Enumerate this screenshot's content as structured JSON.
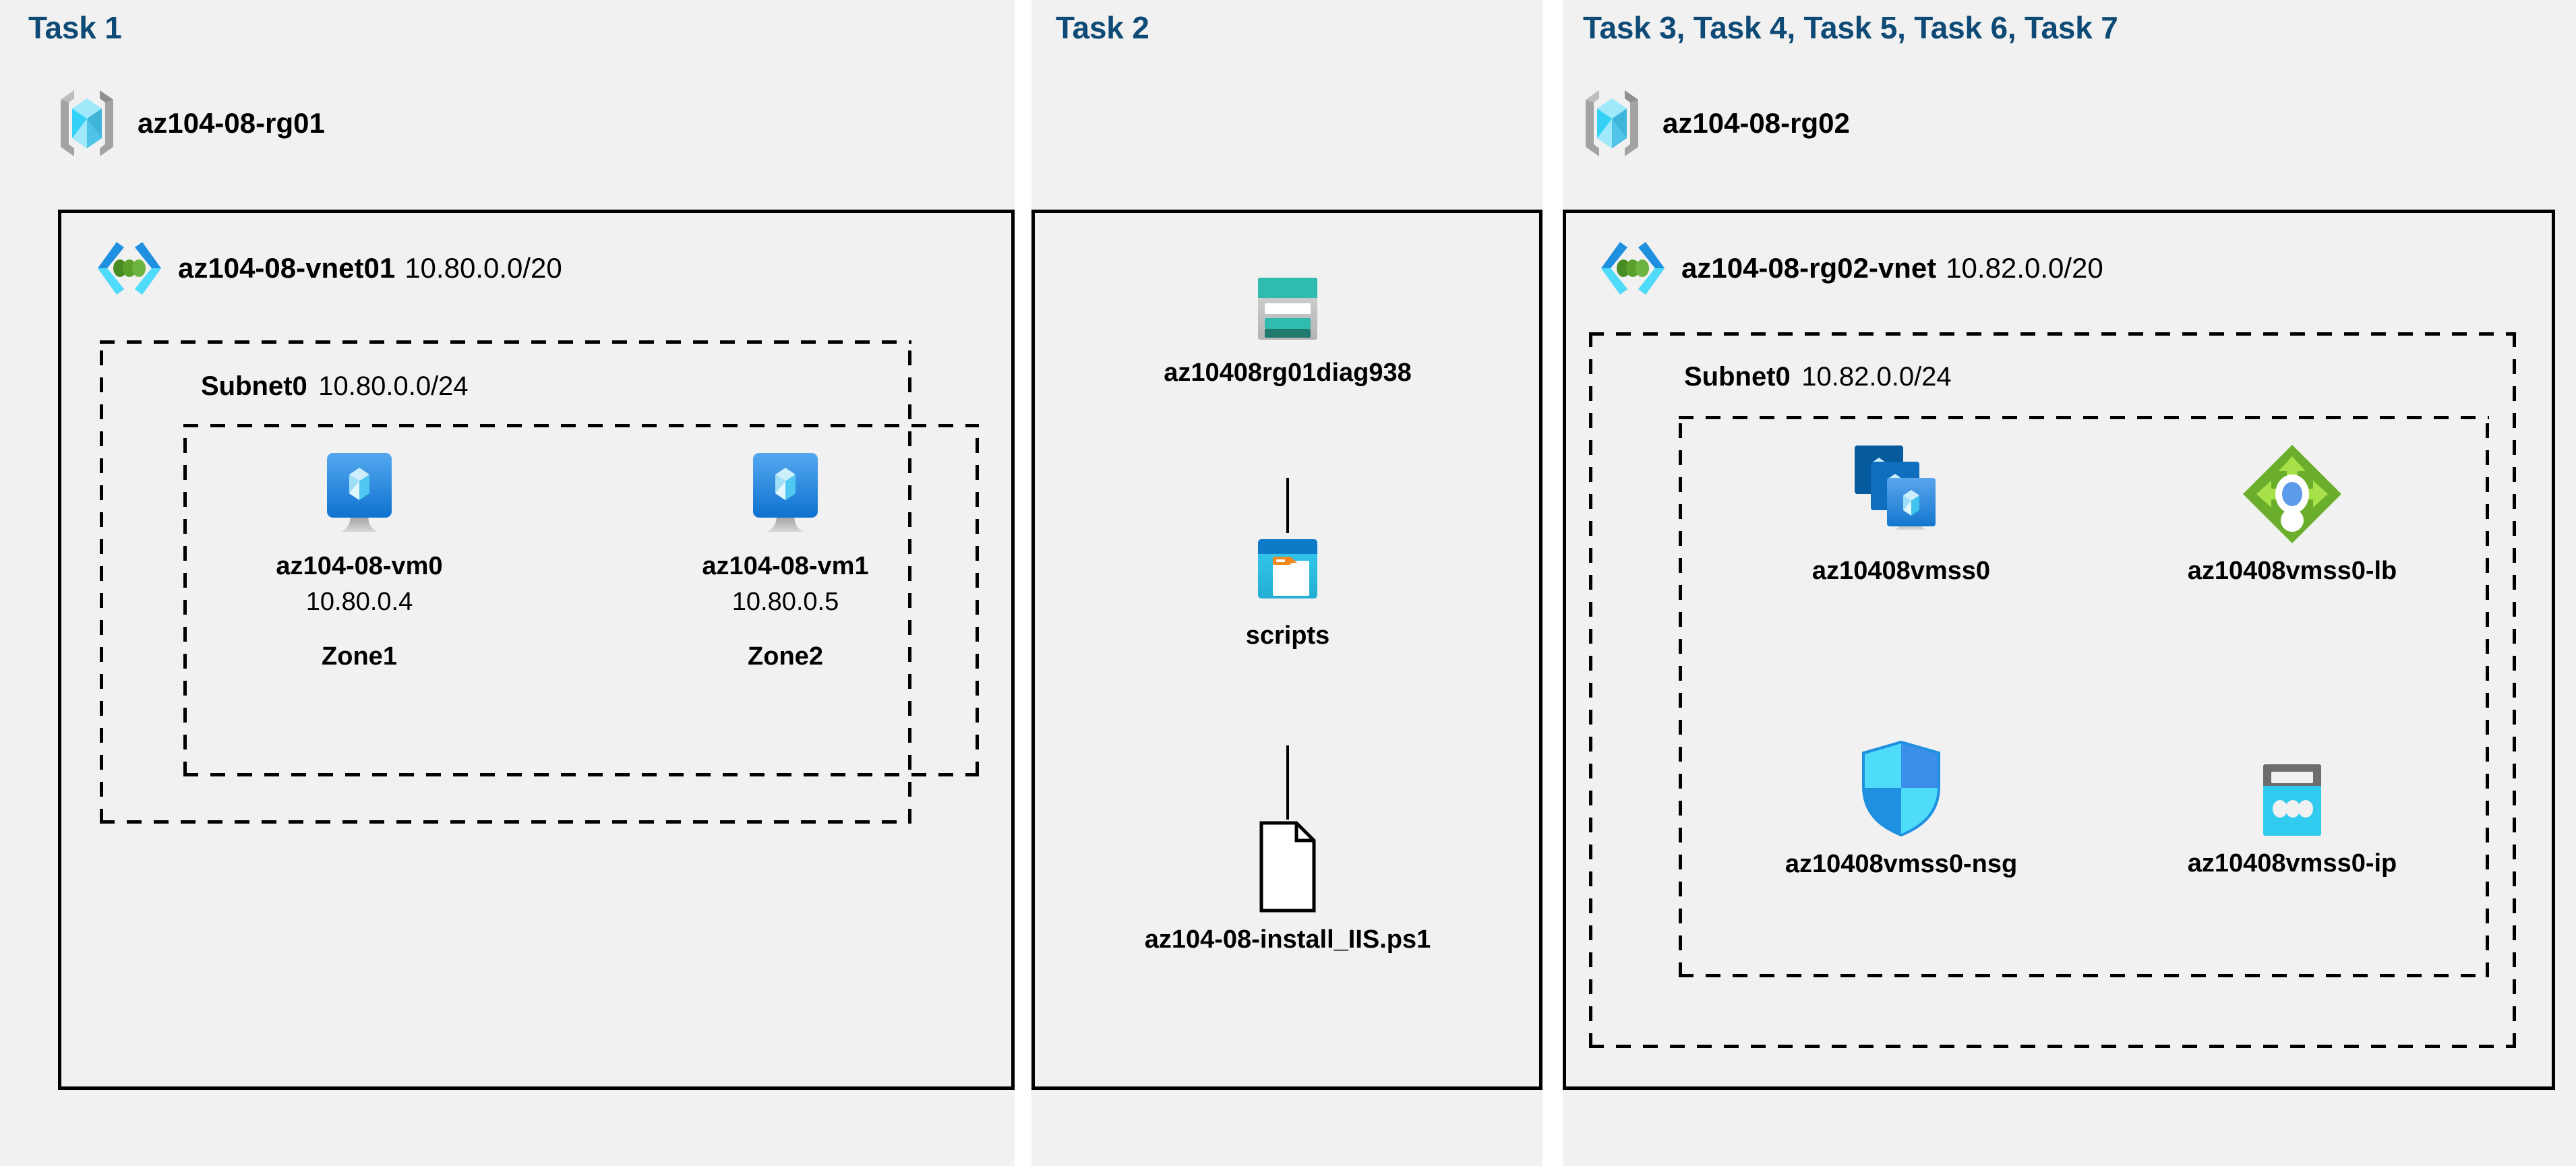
{
  "panels": [
    {
      "task_label": "Task 1"
    },
    {
      "task_label": "Task 2"
    },
    {
      "task_label": "Task 3, Task 4, Task 5, Task 6, Task 7"
    }
  ],
  "resource_groups": [
    {
      "name": "az104-08-rg01",
      "icon": "resource-group-icon"
    },
    {
      "name": "az104-08-rg02",
      "icon": "resource-group-icon"
    }
  ],
  "vnets": [
    {
      "name": "az104-08-vnet01",
      "cidr": "10.80.0.0/20",
      "icon": "virtual-network-icon"
    },
    {
      "name": "az104-08-rg02-vnet",
      "cidr": "10.82.0.0/20",
      "icon": "virtual-network-icon"
    }
  ],
  "subnets": [
    {
      "name": "Subnet0",
      "cidr": "10.80.0.0/24"
    },
    {
      "name": "Subnet0",
      "cidr": "10.82.0.0/24"
    }
  ],
  "vms": [
    {
      "name": "az104-08-vm0",
      "ip": "10.80.0.4",
      "zone": "Zone1",
      "icon": "virtual-machine-icon"
    },
    {
      "name": "az104-08-vm1",
      "ip": "10.80.0.5",
      "zone": "Zone2",
      "icon": "virtual-machine-icon"
    }
  ],
  "task2": {
    "storage_account": {
      "name": "az10408rg01diag938",
      "icon": "storage-account-icon"
    },
    "container": {
      "name": "scripts",
      "icon": "blob-container-icon"
    },
    "file": {
      "name": "az104-08-install_IIS.ps1",
      "icon": "file-icon"
    }
  },
  "task3_resources": [
    {
      "name": "az10408vmss0",
      "icon": "vm-scale-set-icon"
    },
    {
      "name": "az10408vmss0-lb",
      "icon": "load-balancer-icon"
    },
    {
      "name": "az10408vmss0-nsg",
      "icon": "network-security-group-icon"
    },
    {
      "name": "az10408vmss0-ip",
      "icon": "public-ip-address-icon"
    }
  ],
  "colors": {
    "panel_bg": "#f1f1f1",
    "task_label": "#0d4a75",
    "border": "#000000",
    "azure_blue": "#0078d4",
    "cyan": "#32c8f0",
    "teal": "#2bb5ac",
    "green": "#6cb33f",
    "gray": "#a0a0a0"
  }
}
